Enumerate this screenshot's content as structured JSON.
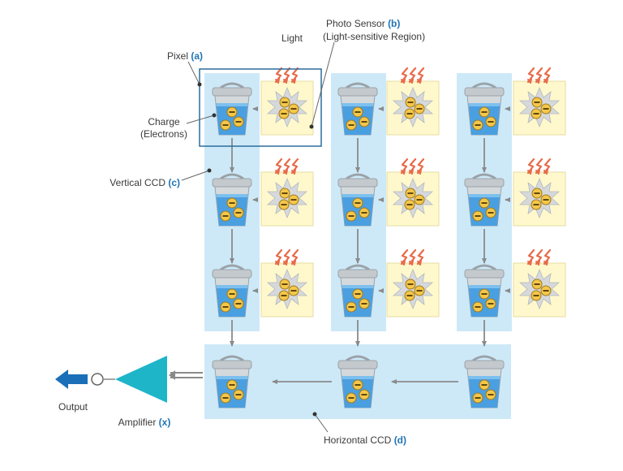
{
  "colors": {
    "ccd_band": "#cde9f8",
    "sensor_fill": "#fff8cc",
    "water": "#4a9fe0",
    "bucket_gray": "#bdc3c7",
    "electron": "#f5c74a",
    "light_ray": "#e86b4a",
    "amplifier": "#1fb5c9",
    "output_arrow": "#1a6fb8",
    "pixel_frame": "#2b6d9b",
    "tag_blue": "#1f74b6"
  },
  "icons": {
    "bucket": "bucket-icon",
    "electron": "electron-icon",
    "photo_sensor": "starburst-sensor-icon",
    "light": "light-rays-icon",
    "amplifier": "triangle-amplifier-icon",
    "output": "output-arrow-icon"
  },
  "labels": {
    "light": "Light",
    "photo_sensor": {
      "text": "Photo Sensor",
      "tag": "(b)"
    },
    "photo_sensor_sub": "(Light-sensitive Region)",
    "pixel": {
      "text": "Pixel",
      "tag": "(a)"
    },
    "charge": "Charge",
    "charge_sub": "(Electrons)",
    "vertical_ccd": {
      "text": "Vertical CCD",
      "tag": "(c)"
    },
    "output": "Output",
    "amplifier": {
      "text": "Amplifier",
      "tag": "(x)"
    },
    "horizontal_ccd": {
      "text": "Horizontal CCD",
      "tag": "(d)"
    }
  },
  "grid": {
    "columns": 3,
    "rows": 3,
    "horizontal_buckets": 3
  },
  "electron_sign": "−"
}
